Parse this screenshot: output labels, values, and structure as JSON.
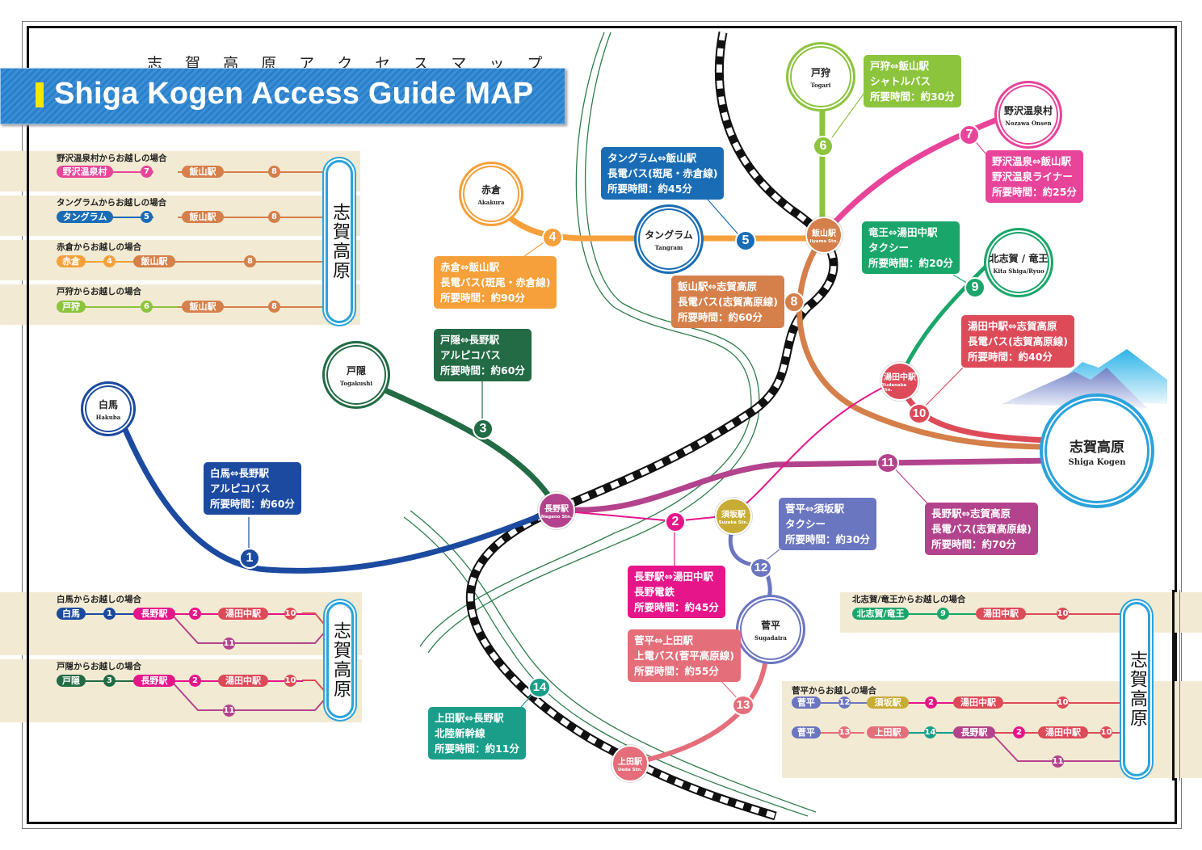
{
  "title": {
    "japanese": "志 賀 高 原 ア ク セ ス マ ッ プ",
    "english": "Shiga Kogen Access Guide MAP"
  },
  "colors": {
    "hakuba": "#1b4aa0",
    "togakushi": "#226b45",
    "akakura": "#f5a03a",
    "tangram": "#1a6db5",
    "togari": "#8cc43e",
    "nozawa": "#e8449a",
    "iiyama": "#d57f4a",
    "ryuo": "#1aa66a",
    "yudanaka": "#dd4a58",
    "nagano": "#b3438c",
    "nagaden": "#e6158a",
    "suzaka": "#c9ac35",
    "sugadaira": "#6b76c0",
    "ueda": "#e46e7a",
    "shinkansen": "#1a9e8a",
    "shiga": "#2aa3dc"
  },
  "stations": {
    "hakuba": {
      "jp": "白馬",
      "en": "Hakuba"
    },
    "togakushi": {
      "jp": "戸隠",
      "en": "Togakushi"
    },
    "akakura": {
      "jp": "赤倉",
      "en": "Akakura"
    },
    "tangram": {
      "jp": "タングラム",
      "en": "Tangram"
    },
    "togari": {
      "jp": "戸狩",
      "en": "Togari"
    },
    "nozawa": {
      "jp": "野沢温泉村",
      "en": "Nozawa Onsen"
    },
    "kitashiga": {
      "jp": "北志賀 / 竜王",
      "en": "Kita Shiga/Ryuo"
    },
    "shigakogen": {
      "jp": "志賀高原",
      "en": "Shiga Kogen"
    },
    "sugadaira": {
      "jp": "菅平",
      "en": "Sugadaira"
    },
    "iiyama": {
      "jp": "飯山駅",
      "en": "Iiyama Stn."
    },
    "nagano": {
      "jp": "長野駅",
      "en": "Nagano Stn."
    },
    "suzaka": {
      "jp": "須坂駅",
      "en": "Suzaka Stn."
    },
    "yudanaka": {
      "jp": "湯田中駅",
      "en": "Yudanaka Stn."
    },
    "ueda": {
      "jp": "上田駅",
      "en": "Ueda Stn."
    }
  },
  "routes": [
    {
      "num": "1",
      "lines": [
        "白馬⇔長野駅",
        "アルピコバス",
        "所要時間：約60分"
      ]
    },
    {
      "num": "2",
      "lines": [
        "長野駅⇔湯田中駅",
        "長野電鉄",
        "所要時間：約45分"
      ]
    },
    {
      "num": "3",
      "lines": [
        "戸隠⇔長野駅",
        "アルピコバス",
        "所要時間：約60分"
      ]
    },
    {
      "num": "4",
      "lines": [
        "赤倉⇔飯山駅",
        "長電バス(斑尾・赤倉線)",
        "所要時間：約90分"
      ]
    },
    {
      "num": "5",
      "lines": [
        "タングラム⇔飯山駅",
        "長電バス(斑尾・赤倉線)",
        "所要時間：約45分"
      ]
    },
    {
      "num": "6",
      "lines": [
        "戸狩⇔飯山駅",
        "シャトルバス",
        "所要時間：約30分"
      ]
    },
    {
      "num": "7",
      "lines": [
        "野沢温泉⇔飯山駅",
        "野沢温泉ライナー",
        "所要時間：約25分"
      ]
    },
    {
      "num": "8",
      "lines": [
        "飯山駅⇔志賀高原",
        "長電バス(志賀高原線)",
        "所要時間：約60分"
      ]
    },
    {
      "num": "9",
      "lines": [
        "竜王⇔湯田中駅",
        "タクシー",
        "所要時間：約20分"
      ]
    },
    {
      "num": "10",
      "lines": [
        "湯田中駅⇔志賀高原",
        "長電バス(志賀高原線)",
        "所要時間：約40分"
      ]
    },
    {
      "num": "11",
      "lines": [
        "長野駅⇔志賀高原",
        "長電バス(志賀高原線)",
        "所要時間：約70分"
      ]
    },
    {
      "num": "12",
      "lines": [
        "菅平⇔須坂駅",
        "タクシー",
        "所要時間：約30分"
      ]
    },
    {
      "num": "13",
      "lines": [
        "菅平⇔上田駅",
        "上電バス(菅平高原線)",
        "所要時間：約55分"
      ]
    },
    {
      "num": "14",
      "lines": [
        "上田駅⇔長野駅",
        "北陸新幹線",
        "所要時間：約11分"
      ]
    }
  ],
  "panels": {
    "destination": "志賀高原",
    "nozawa": {
      "heading": "野沢温泉村からお越しの場合",
      "start": "野沢温泉村",
      "r1": "7",
      "mid": "飯山駅",
      "r2": "8"
    },
    "tangram": {
      "heading": "タングラムからお越しの場合",
      "start": "タングラム",
      "r1": "5",
      "mid": "飯山駅",
      "r2": "8"
    },
    "akakura": {
      "heading": "赤倉からお越しの場合",
      "start": "赤倉",
      "r1": "4",
      "mid": "飯山駅",
      "r2": "8"
    },
    "togari": {
      "heading": "戸狩からお越しの場合",
      "start": "戸狩",
      "r1": "6",
      "mid": "飯山駅",
      "r2": "8"
    },
    "hakuba": {
      "heading": "白馬からお越しの場合",
      "start": "白馬",
      "r1": "1",
      "mid": "長野駅",
      "r2": "2",
      "mid2": "湯田中駅",
      "r3": "10",
      "alt": "11"
    },
    "togakushi": {
      "heading": "戸隠からお越しの場合",
      "start": "戸隠",
      "r1": "3",
      "mid": "長野駅",
      "r2": "2",
      "mid2": "湯田中駅",
      "r3": "10",
      "alt": "11"
    },
    "kitashiga": {
      "heading": "北志賀/竜王からお越しの場合",
      "start": "北志賀/竜王",
      "r1": "9",
      "mid": "湯田中駅",
      "r2": "10"
    },
    "sugadaira": {
      "heading": "菅平からお越しの場合",
      "row1": {
        "start": "菅平",
        "r1": "12",
        "mid": "須坂駅",
        "r2": "2",
        "mid2": "湯田中駅",
        "r3": "10"
      },
      "row2": {
        "start": "菅平",
        "r1": "13",
        "mid": "上田駅",
        "r2": "14",
        "mid2": "長野駅",
        "r3": "2",
        "mid3": "湯田中駅",
        "r4": "10",
        "alt": "11"
      }
    }
  }
}
